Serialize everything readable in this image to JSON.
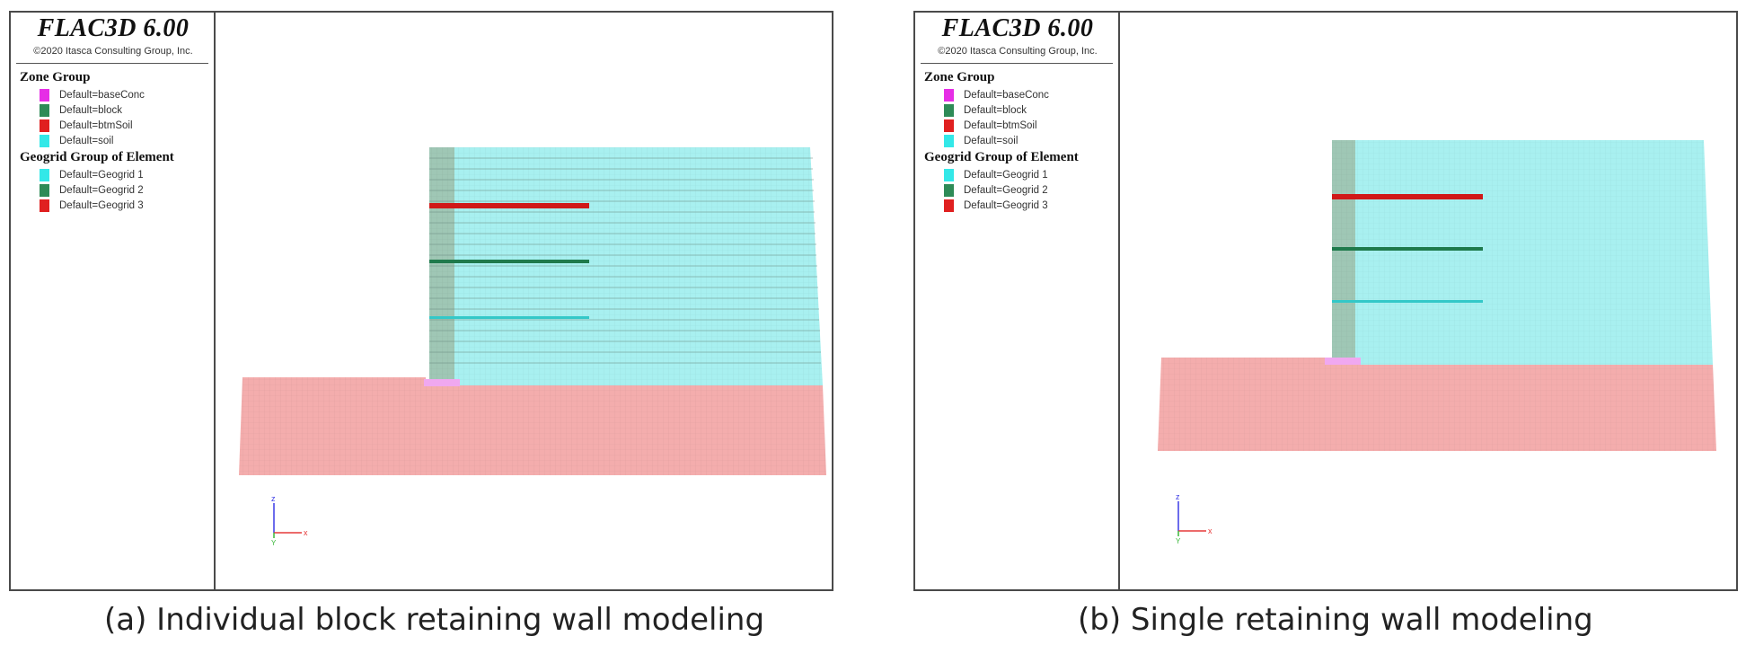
{
  "panels": [
    {
      "logo_title": "FLAC3D 6.00",
      "logo_subtitle": "©2020 Itasca Consulting Group, Inc.",
      "zone_group": {
        "title": "Zone Group",
        "items": [
          {
            "label": "Default=baseConc",
            "color": "#e62ee6"
          },
          {
            "label": "Default=block",
            "color": "#2e8b57"
          },
          {
            "label": "Default=btmSoil",
            "color": "#e02020"
          },
          {
            "label": "Default=soil",
            "color": "#33e8e8"
          }
        ]
      },
      "geogrid_group": {
        "title": "Geogrid Group of Element",
        "items": [
          {
            "label": "Default=Geogrid 1",
            "color": "#33e8e8"
          },
          {
            "label": "Default=Geogrid 2",
            "color": "#2e8b57"
          },
          {
            "label": "Default=Geogrid 3",
            "color": "#e02020"
          }
        ]
      },
      "axis_labels": {
        "z": "z",
        "x": "x",
        "y": "Y"
      },
      "caption": "(a) Individual block retaining wall modeling"
    },
    {
      "logo_title": "FLAC3D 6.00",
      "logo_subtitle": "©2020 Itasca Consulting Group, Inc.",
      "zone_group": {
        "title": "Zone Group",
        "items": [
          {
            "label": "Default=baseConc",
            "color": "#e62ee6"
          },
          {
            "label": "Default=block",
            "color": "#2e8b57"
          },
          {
            "label": "Default=btmSoil",
            "color": "#e02020"
          },
          {
            "label": "Default=soil",
            "color": "#33e8e8"
          }
        ]
      },
      "geogrid_group": {
        "title": "Geogrid Group of Element",
        "items": [
          {
            "label": "Default=Geogrid 1",
            "color": "#33e8e8"
          },
          {
            "label": "Default=Geogrid 2",
            "color": "#2e8b57"
          },
          {
            "label": "Default=Geogrid 3",
            "color": "#e02020"
          }
        ]
      },
      "axis_labels": {
        "z": "z",
        "x": "x",
        "y": "Y"
      },
      "caption": "(b) Single retaining wall modeling"
    }
  ],
  "colors": {
    "soil_fill": "#a8f0f0",
    "btm_soil_fill": "#f4adad",
    "block_fill": "#9fc7b5",
    "base_conc_fill": "#f0a8f0",
    "geogrid_1": "#33c8c8",
    "geogrid_2": "#1f7a4c",
    "geogrid_3": "#d01818"
  }
}
